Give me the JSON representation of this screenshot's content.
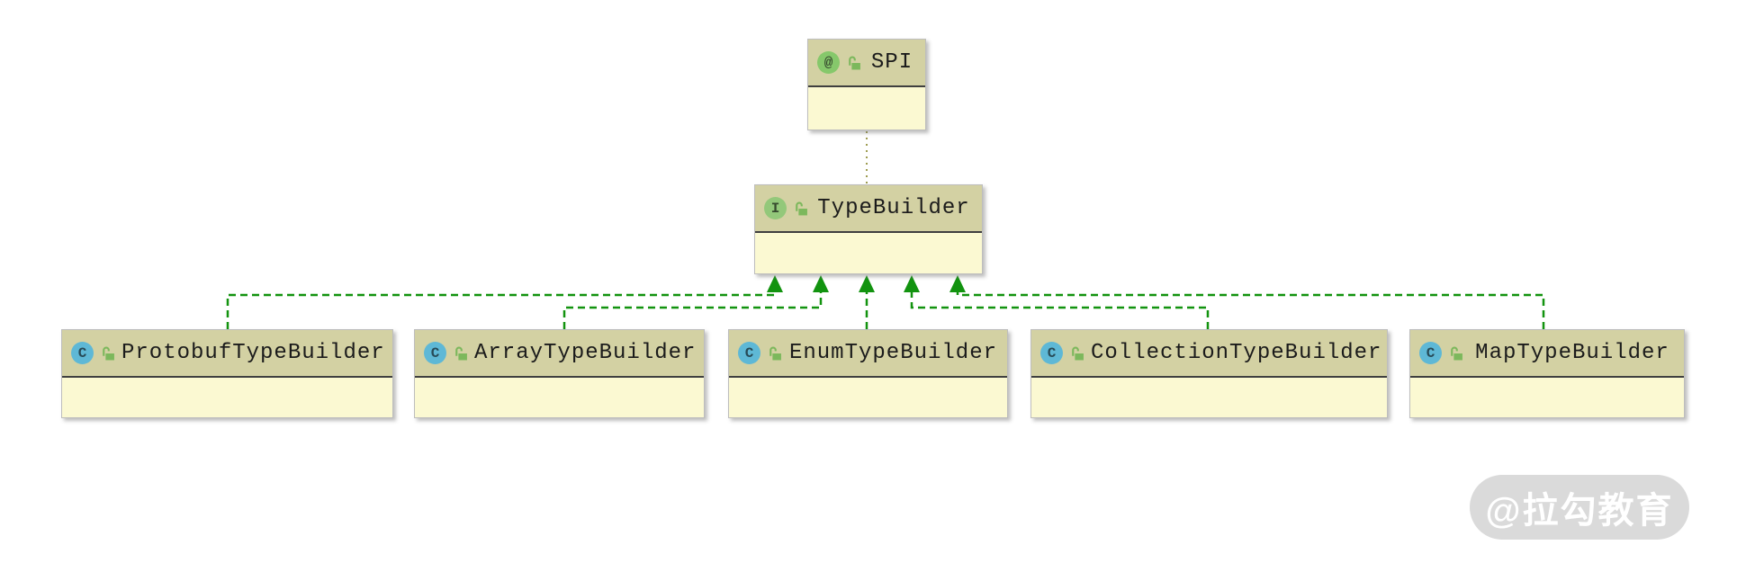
{
  "diagram": {
    "kind": "uml-class-diagram",
    "nodes": [
      {
        "id": "spi",
        "label": "SPI",
        "stereotype": "annotation",
        "visibility": "public"
      },
      {
        "id": "typebuilder",
        "label": "TypeBuilder",
        "stereotype": "interface",
        "visibility": "public"
      },
      {
        "id": "protobuf",
        "label": "ProtobufTypeBuilder",
        "stereotype": "class",
        "visibility": "public"
      },
      {
        "id": "array",
        "label": "ArrayTypeBuilder",
        "stereotype": "class",
        "visibility": "public"
      },
      {
        "id": "enum",
        "label": "EnumTypeBuilder",
        "stereotype": "class",
        "visibility": "public"
      },
      {
        "id": "collection",
        "label": "CollectionTypeBuilder",
        "stereotype": "class",
        "visibility": "public"
      },
      {
        "id": "map",
        "label": "MapTypeBuilder",
        "stereotype": "class",
        "visibility": "public"
      }
    ],
    "edges": [
      {
        "from": "ProtobufTypeBuilder",
        "to": "TypeBuilder",
        "type": "implements",
        "style": "dashed-green-solid-arrow"
      },
      {
        "from": "ArrayTypeBuilder",
        "to": "TypeBuilder",
        "type": "implements",
        "style": "dashed-green-solid-arrow"
      },
      {
        "from": "EnumTypeBuilder",
        "to": "TypeBuilder",
        "type": "implements",
        "style": "dashed-green-solid-arrow"
      },
      {
        "from": "CollectionTypeBuilder",
        "to": "TypeBuilder",
        "type": "implements",
        "style": "dashed-green-solid-arrow"
      },
      {
        "from": "MapTypeBuilder",
        "to": "TypeBuilder",
        "type": "implements",
        "style": "dashed-green-solid-arrow"
      },
      {
        "from": "TypeBuilder",
        "to": "SPI",
        "type": "annotated-with",
        "style": "dotted-olive"
      }
    ]
  },
  "icons": {
    "annotation": {
      "glyph": "@"
    },
    "interface": {
      "glyph": "I"
    },
    "class": {
      "glyph": "C"
    },
    "lock": {
      "meaning": "public-visibility-unlocked"
    }
  },
  "colors": {
    "node_header_bg": "#d3d1a3",
    "node_body_bg": "#fbf9d2",
    "node_border": "#bdbdbd",
    "header_separator": "#3f3f3f",
    "label_text": "#1b1b1b",
    "inheritance_edge_green": "#12930f",
    "annotation_edge_olive": "#9e9c50",
    "class_icon_bg": "#5eb8d6",
    "interface_icon_bg": "#93c87a",
    "annotation_icon_bg": "#86c86b",
    "lock_icon_green": "#7cb85c",
    "watermark_bg": "#dadada",
    "watermark_text_color": "#ffffff",
    "page_bg": "#ffffff"
  },
  "watermark": {
    "text": "@拉勾教育"
  }
}
